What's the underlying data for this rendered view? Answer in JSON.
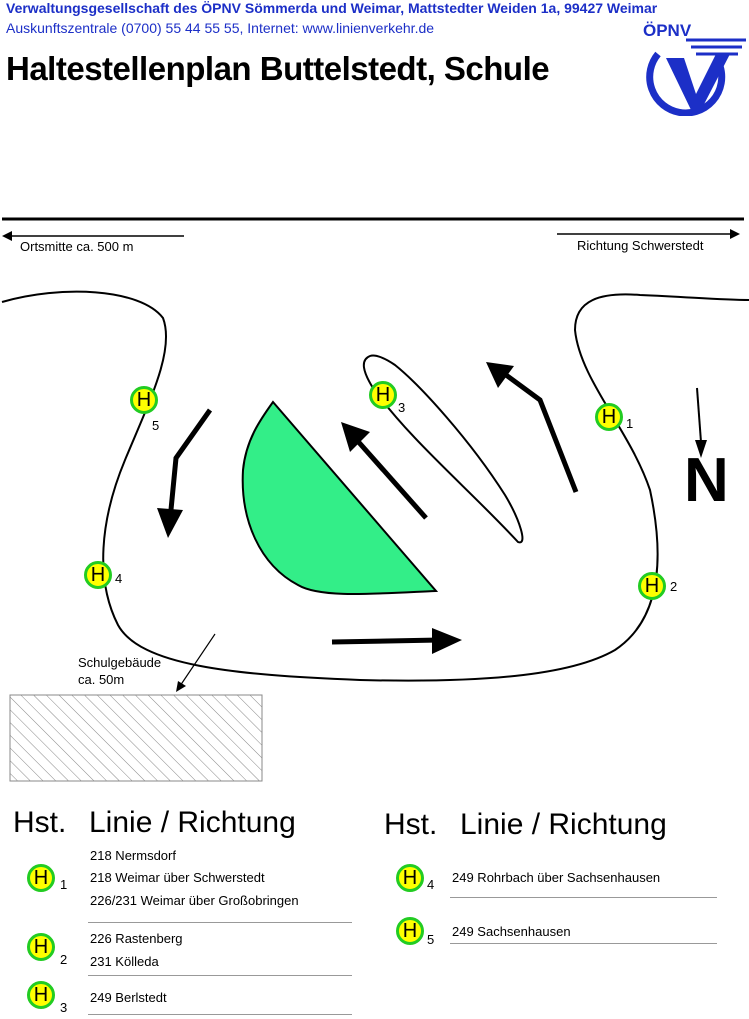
{
  "header": {
    "company": "Verwaltungsgesellschaft des ÖPNV Sömmerda und Weimar, Mattstedter Weiden 1a, 99427 Weimar",
    "contact": "Auskunftszentrale (0700) 55 44 55 55, Internet: www.linienverkehr.de",
    "title": "Haltestellenplan Buttelstedt, Schule",
    "logo_text": "ÖPNV"
  },
  "map": {
    "left_direction": "Ortsmitte ca. 500 m",
    "right_direction": "Richtung Schwerstedt",
    "school_label_1": "Schulgebäude",
    "school_label_2": "ca. 50m",
    "north": "N",
    "stop_symbol": "H",
    "stops": [
      "1",
      "2",
      "3",
      "4",
      "5"
    ]
  },
  "table": {
    "col1_header": "Hst.",
    "col2_header": "Linie / Richtung",
    "left": [
      {
        "stop": "1",
        "lines": [
          "218 Nermsdorf",
          "218 Weimar über Schwerstedt",
          "226/231 Weimar über Großobringen"
        ]
      },
      {
        "stop": "2",
        "lines": [
          "226 Rastenberg",
          "231 Kölleda"
        ]
      },
      {
        "stop": "3",
        "lines": [
          "249 Berlstedt"
        ]
      }
    ],
    "right": [
      {
        "stop": "4",
        "lines": [
          "249 Rohrbach über Sachsenhausen"
        ]
      },
      {
        "stop": "5",
        "lines": [
          "249 Sachsenhausen"
        ]
      }
    ]
  },
  "colors": {
    "header_blue": "#1c2fc7",
    "island_green": "#33ee88",
    "stop_yellow": "#ffff00",
    "stop_ring": "#22cc22"
  }
}
